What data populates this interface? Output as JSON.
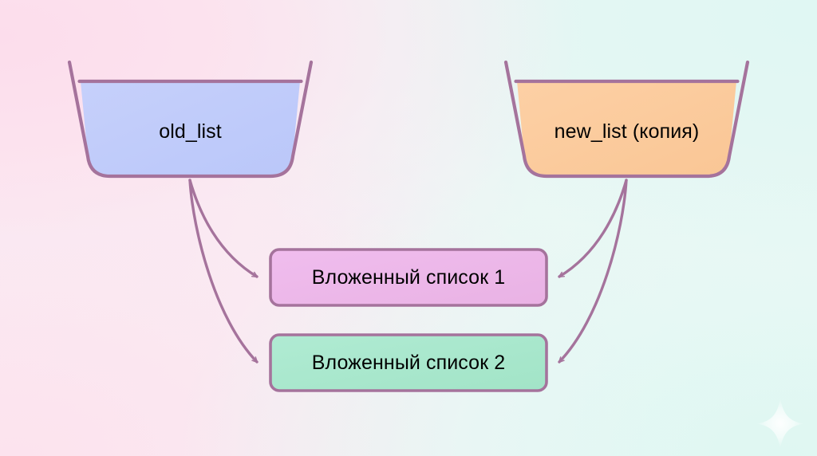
{
  "diagram": {
    "title": "Python list shallow copy diagram",
    "background": {
      "gradient_from": "#fce3ef",
      "gradient_to": "#e3f7f3",
      "sparkle_icon": "sparkle-icon"
    },
    "palette": {
      "stroke": "#a5739c",
      "arrow": "#a5739c",
      "text": "#000000",
      "old_list_fill": "#bfcbfa",
      "new_list_fill": "#fbcb9d",
      "nested_1_fill": "#eeb8ea",
      "nested_2_fill": "#a9e8cd"
    },
    "containers": [
      {
        "id": "old-list",
        "label": "old_list",
        "shape": "bucket",
        "fill": "#bfcbfa"
      },
      {
        "id": "new-list",
        "label": "new_list (копия)",
        "shape": "bucket",
        "fill": "#fbcb9d"
      }
    ],
    "nested_boxes": [
      {
        "id": "nested-1",
        "label": "Вложенный список 1",
        "shape": "rounded-rect",
        "fill": "#eeb8ea"
      },
      {
        "id": "nested-2",
        "label": "Вложенный список 2",
        "shape": "rounded-rect",
        "fill": "#a9e8cd"
      }
    ],
    "arrows": [
      {
        "id": "old-to-nested-1",
        "from": "old_list",
        "to": "Вложенный список 1",
        "direction": "left-to-right"
      },
      {
        "id": "old-to-nested-2",
        "from": "old_list",
        "to": "Вложенный список 2",
        "direction": "left-to-right"
      },
      {
        "id": "new-to-nested-1",
        "from": "new_list (копия)",
        "to": "Вложенный список 1",
        "direction": "right-to-left"
      },
      {
        "id": "new-to-nested-2",
        "from": "new_list (копия)",
        "to": "Вложенный список 2",
        "direction": "right-to-left"
      }
    ]
  }
}
